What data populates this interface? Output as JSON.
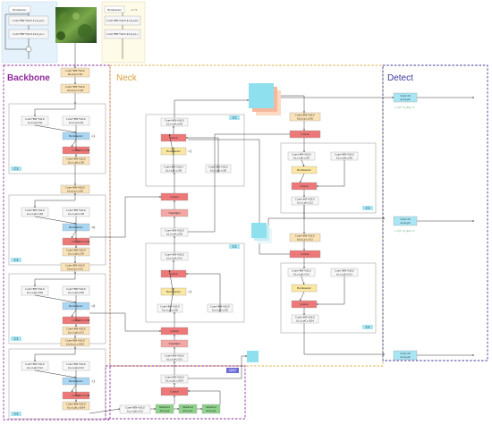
{
  "sections": {
    "backbone": "Backbone",
    "neck": "Neck",
    "detect": "Detect"
  },
  "colors": {
    "backbone": "#8e2a9c",
    "neck": "#d9b34a",
    "detect": "#3a3a9c",
    "inset_bg": "#e6f2fb",
    "conv": "#fbe3b8",
    "conv_block": "#f7f7f7",
    "concat": "#ec7878",
    "bottleneck": "#a9d6f3",
    "bottleneck_yellow": "#fbe8a0",
    "maxpool": "#8fd28a",
    "upsample": "#f4a7a3",
    "cyan": "#8fe0ee",
    "cyan_box": "#a8e6f5",
    "spp": "#6a6ad6"
  },
  "insets": {
    "top_left": {
      "title": "Bottleneck1",
      "conv_top": "Conv+BN+SiLU k1,s1,p0,c",
      "conv_bottom": "Conv+BN+SiLU k3,s1,p1,c"
    },
    "top_mid": {
      "title": "Bottleneck2",
      "note": "a    +    b",
      "conv_top": "Conv+BN+SiLU k1,s1,p0,c",
      "conv_bottom": "Conv+BN+SiLU k3,s1,p1,c"
    }
  },
  "backbone": {
    "stem": [
      "Conv+BN+SiLU k6,s2,p2,c64",
      "Conv+BN+SiLU k3,s2,p1,c128"
    ],
    "c3_blocks": [
      {
        "label": "C3",
        "left": "Conv+BN+SiLU k1,s1,p0,c64",
        "right": "Conv+BN+SiLU k1,s1,p0,c64",
        "bottleneck": "Bottleneck1",
        "repeat": "×3",
        "concat": "Concat",
        "out": "Conv+BN+SiLU k1,s1,p0,c128"
      },
      {
        "label": "C3",
        "left": "Conv+BN+SiLU k1,s1,p0,c128",
        "right": "Conv+BN+SiLU k1,s1,p0,c128",
        "bottleneck": "Bottleneck1",
        "repeat": "×6",
        "concat": "Concat",
        "out": "Conv+BN+SiLU k1,s1,p0,c256"
      },
      {
        "label": "C3",
        "left": "Conv+BN+SiLU k1,s1,p0,c256",
        "right": "Conv+BN+SiLU k1,s1,p0,c256",
        "bottleneck": "Bottleneck1",
        "repeat": "×9",
        "concat": "Concat",
        "out": "Conv+BN+SiLU k1,s1,p0,c512"
      },
      {
        "label": "C3",
        "left": "Conv+BN+SiLU k1,s1,p0,c512",
        "right": "Conv+BN+SiLU k1,s1,p0,c512",
        "bottleneck": "Bottleneck1",
        "repeat": "×3",
        "concat": "Concat",
        "out": "Conv+BN+SiLU k1,s1,p0,c1024"
      }
    ],
    "down": [
      "Conv+BN+SiLU k3,s2,p1,c256",
      "Conv+BN+SiLU k3,s2,p1,c512",
      "Conv+BN+SiLU k3,s2,p1,c1024"
    ]
  },
  "spp": {
    "label": "SPPF",
    "conv_in": "Conv+BN+SiLU k1,s1,p0,c512",
    "maxpools": [
      "MaxPool k5,s1,p2",
      "MaxPool k5,s1,p2",
      "MaxPool k5,s1,p2"
    ],
    "concat": "Concat",
    "conv_out": "Conv+BN+SiLU k1,s1,p0,c1024"
  },
  "neck": {
    "conv_a": "Conv+BN+SiLU k1,s1,p0,c512",
    "upsample_a": "Upsample",
    "concat_a": "Concat",
    "c3_a": {
      "label": "C3",
      "left": "Conv+BN+SiLU k1,s1,p0,c256",
      "right": "Conv+BN+SiLU k1,s1,p0,c256",
      "bottleneck": "Bottleneck2",
      "repeat": "×3",
      "concat": "Concat",
      "out": "Conv+BN+SiLU k1,s1,p0,c512"
    },
    "conv_b": "Conv+BN+SiLU k1,s1,p0,c256",
    "upsample_b": "Upsample",
    "concat_b": "Concat",
    "c3_b": {
      "label": "C3",
      "left": "Conv+BN+SiLU k1,s1,p0,c128",
      "right": "Conv+BN+SiLU k1,s1,p0,c128",
      "bottleneck": "Bottleneck2",
      "repeat": "×3",
      "concat": "Concat",
      "out": "Conv+BN+SiLU k1,s1,p0,c256"
    },
    "down_c": "Conv+BN+SiLU k3,s2,p1,c256",
    "concat_c": "Concat",
    "c3_c": {
      "label": "C3",
      "left": "Conv+BN+SiLU k1,s1,p0,c256",
      "right": "Conv+BN+SiLU k1,s1,p0,c256",
      "bottleneck": "Bottleneck2",
      "concat": "Concat",
      "out": "Conv+BN+SiLU k1,s1,p0,c512"
    },
    "down_d": "Conv+BN+SiLU k3,s2,p1,c512",
    "concat_d": "Concat",
    "c3_d": {
      "label": "C3",
      "left": "Conv+BN+SiLU k1,s1,p0,c512",
      "right": "Conv+BN+SiLU k1,s1,p0,c512",
      "bottleneck": "Bottleneck2",
      "concat": "Concat",
      "out": "Conv+BN+SiLU k1,s1,p0,c1024"
    }
  },
  "detect": {
    "heads": [
      {
        "conv": "Conv 2d k1,s1,p0",
        "formula": "c = (5 + n_cls) × 3"
      },
      {
        "conv": "Conv 2d k1,s1,p0",
        "formula": "c = (5 + n_cls) × 3"
      },
      {
        "conv": "Conv 2d k1,s1,p0",
        "formula": ""
      }
    ]
  }
}
